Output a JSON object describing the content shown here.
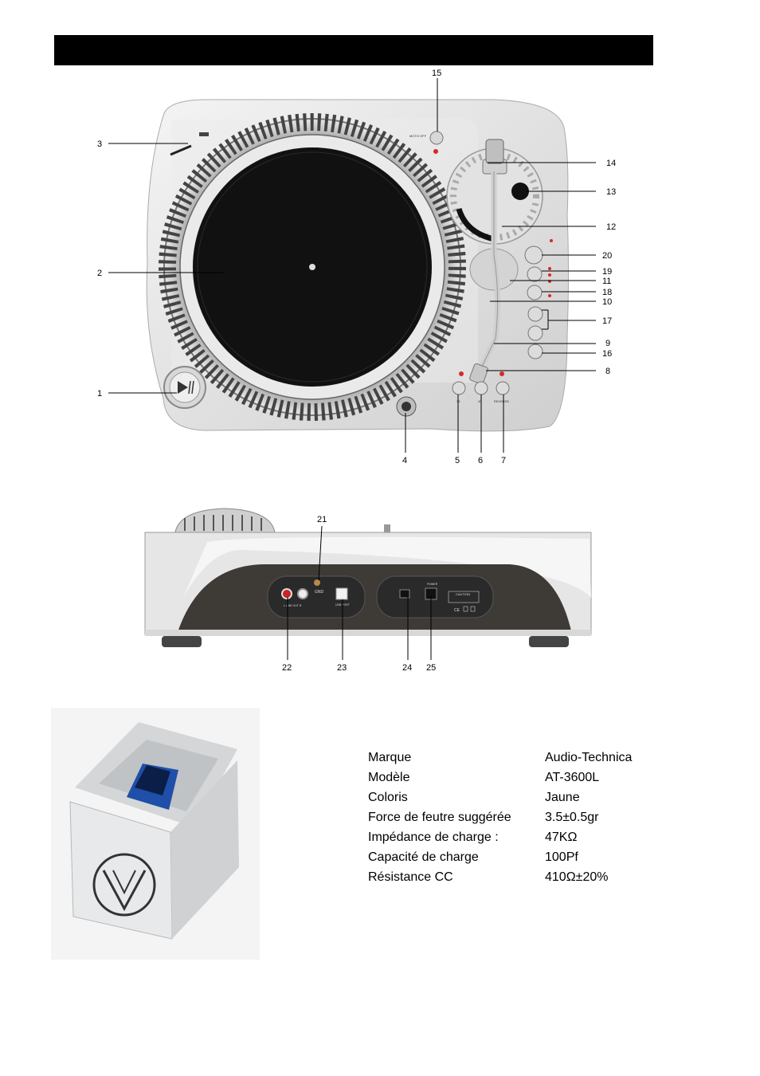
{
  "header": {
    "title": ""
  },
  "top_view": {
    "callouts": [
      "1",
      "2",
      "3",
      "4",
      "5",
      "6",
      "7",
      "8",
      "9",
      "10",
      "11",
      "12",
      "13",
      "14",
      "15",
      "16",
      "17",
      "18",
      "19",
      "20"
    ],
    "labels": {
      "moto_off": "MOTO OFF",
      "reverse": "REVERSE",
      "speed_33": "33",
      "speed_45": "45"
    }
  },
  "rear_view": {
    "callouts": [
      "21",
      "22",
      "23",
      "24",
      "25"
    ],
    "labels": {
      "gnd": "GND",
      "line_out": "L  LINE OUT  R",
      "usb_port": "USB PORT",
      "power": "POWER",
      "caution": "CAUTION",
      "ce": "CE"
    }
  },
  "cartridge_specs": [
    {
      "name": "Marque",
      "value": "Audio-Technica"
    },
    {
      "name": "Modèle",
      "value": " AT-3600L"
    },
    {
      "name": "Coloris",
      "value": " Jaune"
    },
    {
      "name": "Force de feutre suggérée",
      "value": " 3.5±0.5gr"
    },
    {
      "name": "Impédance de charge :",
      "value": " 47KΩ"
    },
    {
      "name": "Capacité de charge",
      "value": " 100Pf"
    },
    {
      "name": "Résistance CC",
      "value": " 410Ω±20%"
    }
  ],
  "colors": {
    "header": "#000000",
    "cartridge_blue": "#1f4fa8",
    "led_red": "#d42a2a"
  }
}
